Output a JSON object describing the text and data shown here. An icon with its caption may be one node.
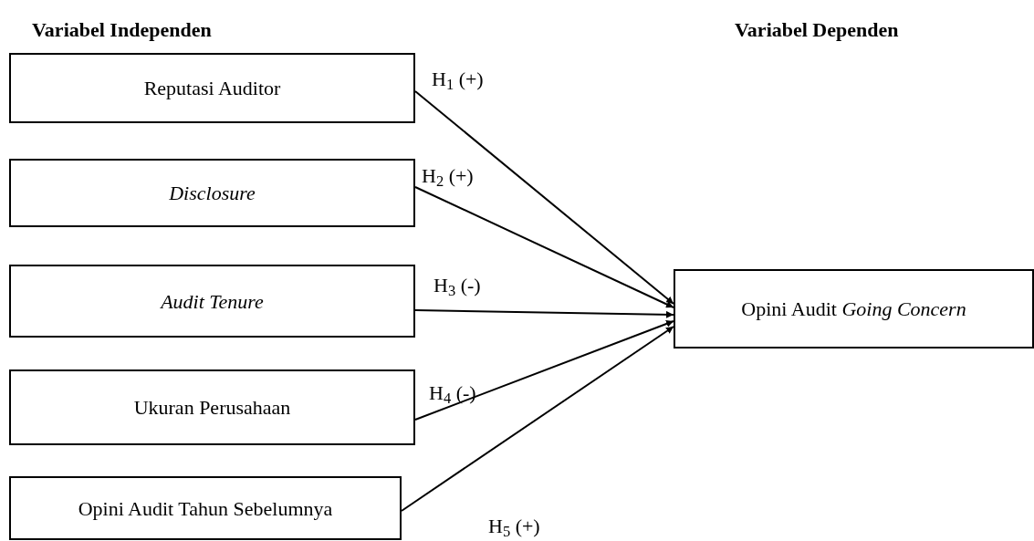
{
  "diagram": {
    "nodes": [
      {
        "text": [
          "Reputasi Auditor"
        ]
      },
      {
        "text": [
          "Disclosure"
        ]
      },
      {
        "text": [
          "Audit Tenure"
        ]
      },
      {
        "text": [
          "Ukuran Perusahaan"
        ]
      },
      {
        "text": [
          "Opini Audit Tahun Sebelumnya"
        ]
      },
      {
        "text": [
          "Opini Audit *Going Concern*"
        ]
      }
    ],
    "edges": [
      {
        "from": 0,
        "to": 5,
        "arrow": "to",
        "label": "H$_{1}$ (+)"
      },
      {
        "from": 1,
        "to": 5,
        "arrow": "to",
        "label": "H$_{2}$ (+)"
      },
      {
        "from": 2,
        "to": 5,
        "arrow": "to",
        "label": "H$_{3}$ (-)"
      },
      {
        "from": 3,
        "to": 5,
        "arrow": "to",
        "label": "H$_{4}$ (-)"
      },
      {
        "from": 4,
        "to": 5,
        "arrow": "to",
        "label": "H$_{5}$ (+)"
      }
    ],
    "labels": [
      "Variabel Independen",
      "Variabel Dependen"
    ]
  }
}
